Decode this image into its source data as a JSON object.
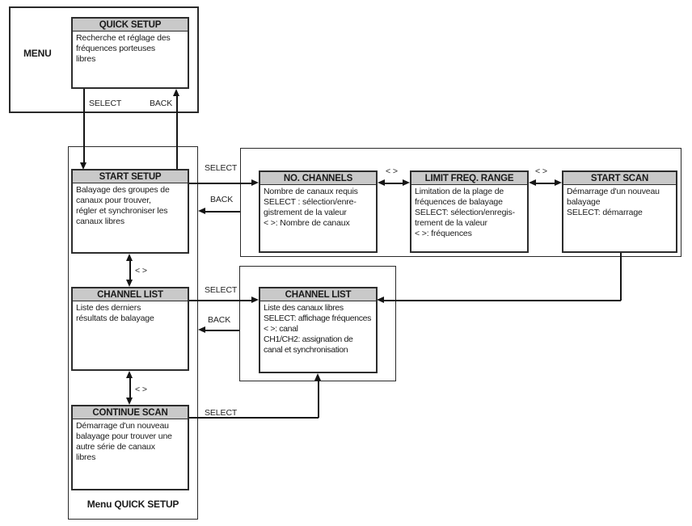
{
  "diagram": {
    "menu_label": "MENU",
    "footer_label": "Menu QUICK SETUP",
    "labels": {
      "select": "SELECT",
      "back": "BACK",
      "left_right": "< >"
    },
    "colors": {
      "node_header_bg": "#c9c9c9",
      "border": "#2d2d2d",
      "line": "#151515",
      "background": "#ffffff"
    },
    "nodes": {
      "quick_setup": {
        "title": "QUICK SETUP",
        "body": "Recherche et réglage des\nfréquences porteuses\nlibres"
      },
      "start_setup": {
        "title": "START SETUP",
        "body": "Balayage des groupes de\ncanaux pour trouver,\nrégler et synchroniser les\ncanaux libres"
      },
      "channel_list_left": {
        "title": "CHANNEL LIST",
        "body": "Liste des derniers\nrésultats de balayage"
      },
      "continue_scan": {
        "title": "CONTINUE SCAN",
        "body": "Démarrage d'un nouveau\nbalayage pour trouver une\nautre série de canaux\nlibres"
      },
      "no_channels": {
        "title": "NO. CHANNELS",
        "body": "Nombre de canaux requis\nSELECT : sélection/enre-\ngistrement de la valeur\n< >: Nombre de canaux"
      },
      "limit_freq_range": {
        "title": "LIMIT FREQ. RANGE",
        "body": "Limitation de la plage de\nfréquences de balayage\nSELECT: sélection/enregis-\ntrement de la valeur\n< >: fréquences"
      },
      "start_scan": {
        "title": "START SCAN",
        "body": "Démarrage d'un nouveau\nbalayage\nSELECT: démarrage"
      },
      "channel_list_right": {
        "title": "CHANNEL LIST",
        "body": "Liste des canaux libres\nSELECT: affichage fréquences\n< >: canal\nCH1/CH2: assignation de\ncanal et synchronisation"
      }
    }
  }
}
